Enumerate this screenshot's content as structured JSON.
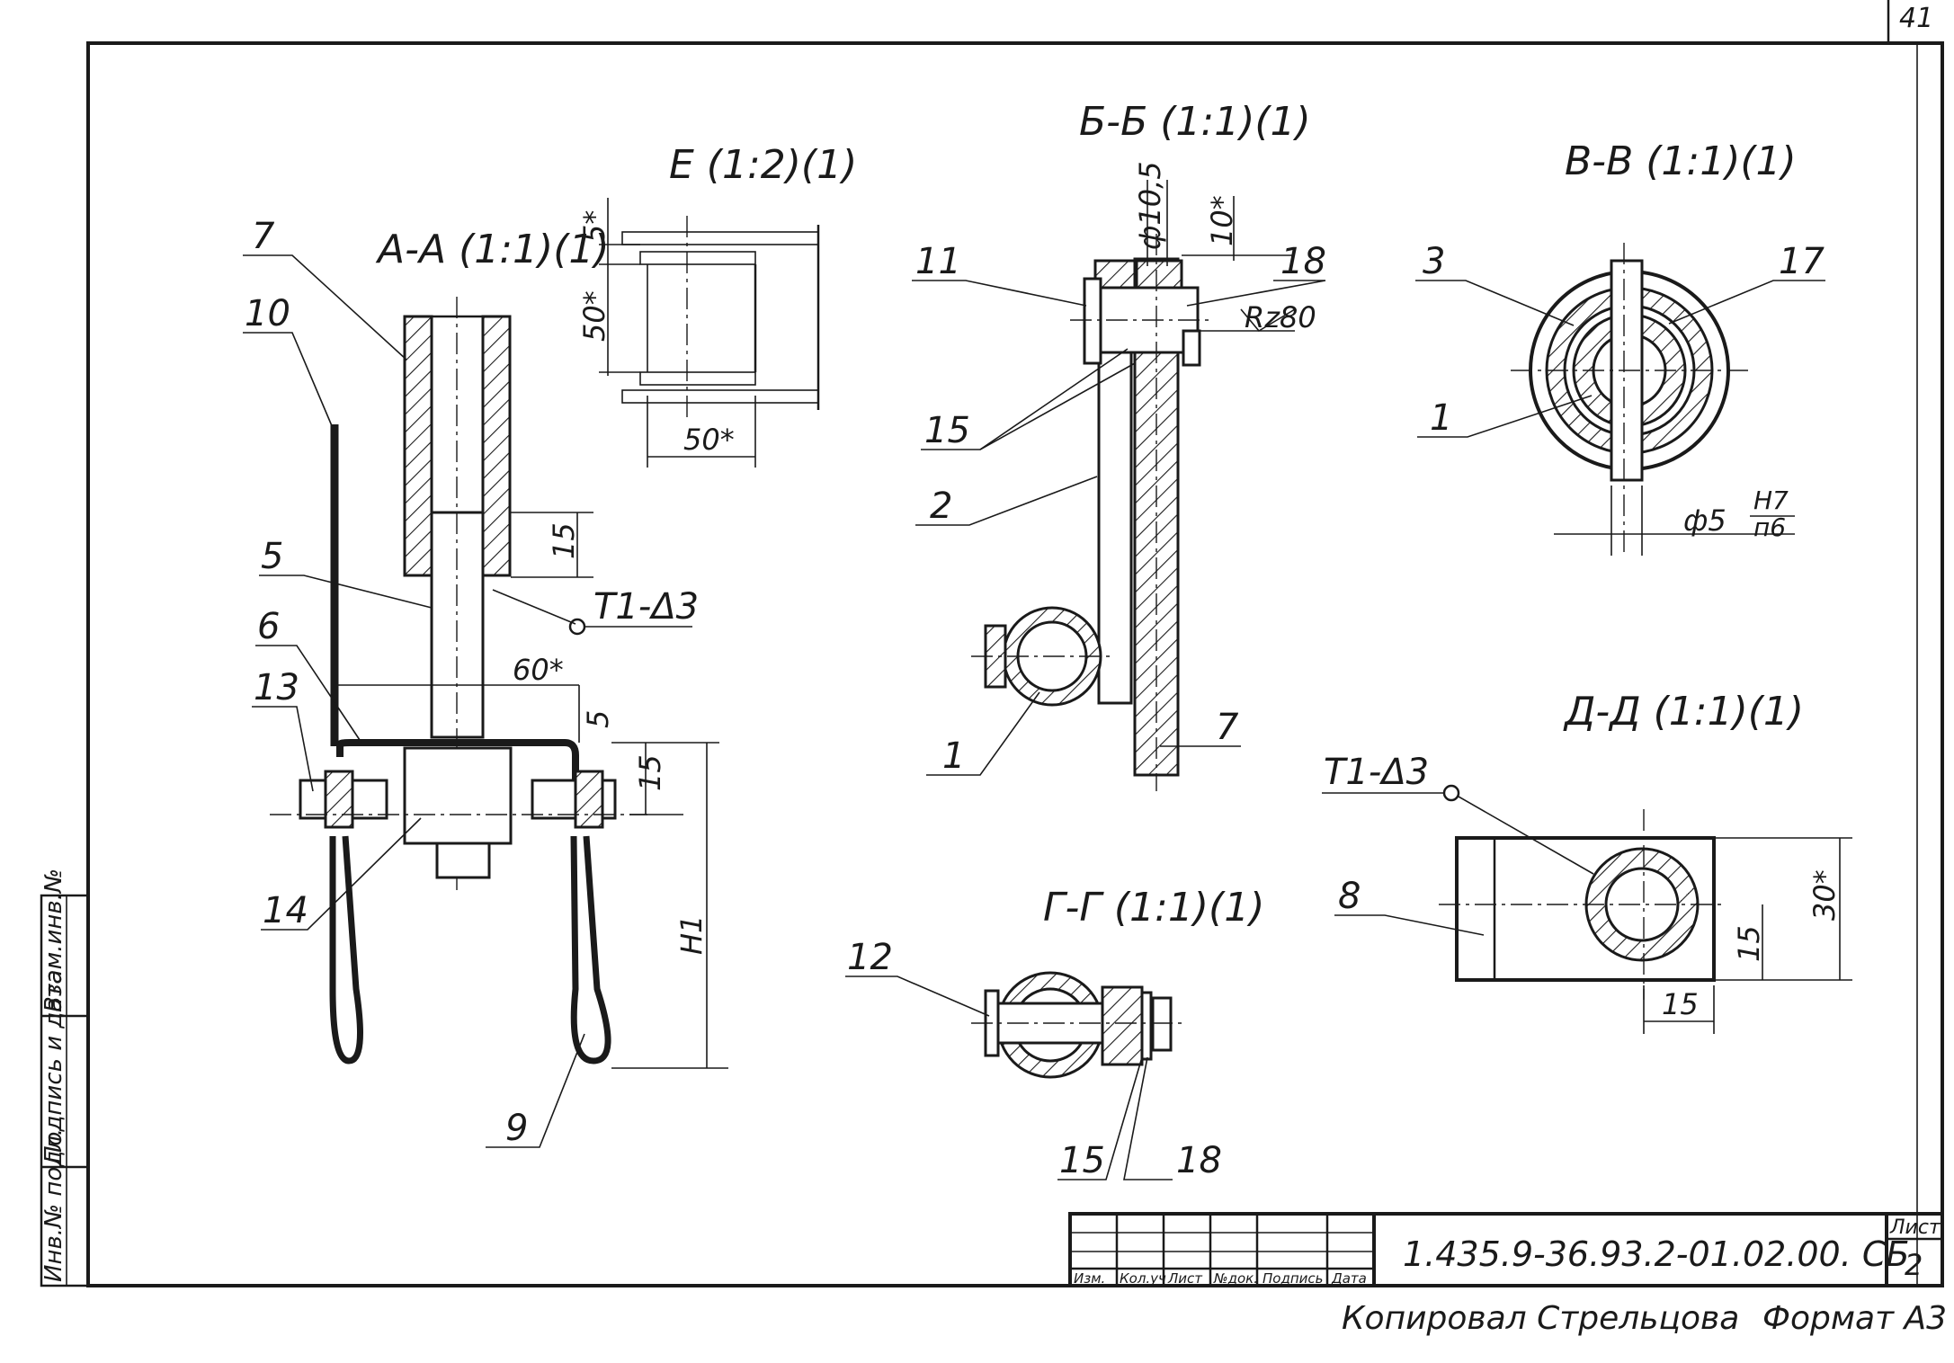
{
  "sheet": {
    "corner_number": "41",
    "footer_copied_by": "Копировал Стрельцова",
    "footer_format": "Формат А3"
  },
  "side_stamp": {
    "col1": "Инв.№ подл.",
    "col2": "Подпись и дата",
    "col3": "Взам.инв.№"
  },
  "title_block": {
    "headers": [
      "Изм.",
      "Кол.уч",
      "Лист",
      "№док.",
      "Подпись",
      "Дата"
    ],
    "document_code": "1.435.9-36.93.2-01.02.00. СБ",
    "sheet_label": "Лист",
    "sheet_number": "2"
  },
  "views": {
    "aa": {
      "title": "А-А (1:1)(1)",
      "callouts": [
        "7",
        "10",
        "5",
        "6",
        "13",
        "14",
        "9"
      ],
      "dims": [
        "15",
        "60*",
        "5",
        "15",
        "H1"
      ],
      "weld": "Т1-Δ3"
    },
    "e": {
      "title": "Е (1:2)(1)",
      "dims": [
        "5*",
        "50*",
        "50*"
      ]
    },
    "bb": {
      "title": "Б-Б (1:1)(1)",
      "callouts": [
        "11",
        "18",
        "15",
        "2",
        "1",
        "7"
      ],
      "dims": [
        "ф10,5",
        "10*"
      ],
      "roughness": "Rz80"
    },
    "vv": {
      "title": "В-В (1:1)(1)",
      "callouts": [
        "3",
        "17",
        "1"
      ],
      "fit": "ф5",
      "fit_upper": "H7",
      "fit_lower": "п6"
    },
    "gg": {
      "title": "Г-Г (1:1)(1)",
      "callouts": [
        "12",
        "15",
        "18"
      ]
    },
    "dd": {
      "title": "Д-Д (1:1)(1)",
      "weld": "Т1-Δ3",
      "callouts": [
        "8"
      ],
      "dims": [
        "30*",
        "15",
        "15"
      ]
    }
  }
}
